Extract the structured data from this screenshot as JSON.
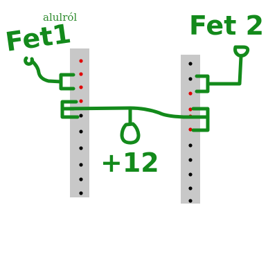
{
  "labels": {
    "bottom_view": "alulról",
    "fet1": "Fet1",
    "fet2": "Fet 2",
    "supply": "+12"
  },
  "colors": {
    "background": "#ffffff",
    "strip": "#c8c8c8",
    "wire": "#138a1b",
    "hole": "#000000",
    "hole_highlight": "#e00000",
    "annotation": "#2e8b2e"
  },
  "strips": [
    {
      "name": "left",
      "holes": [
        "red",
        "red",
        "red",
        "red",
        "black",
        "black",
        "black",
        "black",
        "black",
        "black"
      ]
    },
    {
      "name": "right",
      "holes": [
        "black",
        "black",
        "red",
        "red",
        "red",
        "red",
        "black",
        "black",
        "black",
        "black",
        "black"
      ]
    }
  ]
}
